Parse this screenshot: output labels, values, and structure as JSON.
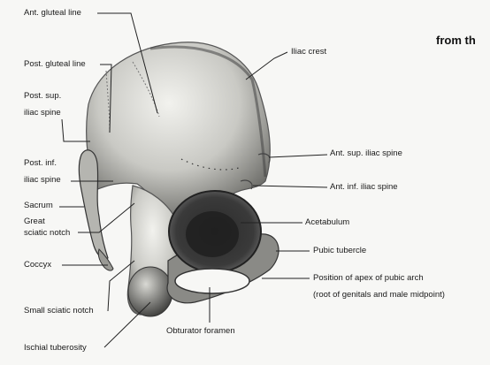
{
  "heading": "from th",
  "labels": {
    "ant_gluteal_line": "Ant. gluteal line",
    "post_gluteal_line": "Post. gluteal line",
    "post_sup_line1": "Post. sup.",
    "post_sup_line2": "iliac spine",
    "post_inf_line1": "Post. inf.",
    "post_inf_line2": "iliac spine",
    "sacrum": "Sacrum",
    "great_sciatic_line1": "Great",
    "great_sciatic_line2": "sciatic notch",
    "coccyx": "Coccyx",
    "small_sciatic_notch": "Small sciatic notch",
    "ischial_tuberosity": "Ischial tuberosity",
    "obturator_foramen": "Obturator foramen",
    "iliac_crest": "Iliac crest",
    "ant_sup_iliac_spine": "Ant. sup. iliac spine",
    "ant_inf_iliac_spine": "Ant. inf. iliac spine",
    "acetabulum": "Acetabulum",
    "pubic_tubercle": "Pubic tubercle",
    "pubic_arch_line1": "Position of apex of pubic arch",
    "pubic_arch_line2": "(root of genitals and male midpoint)"
  }
}
